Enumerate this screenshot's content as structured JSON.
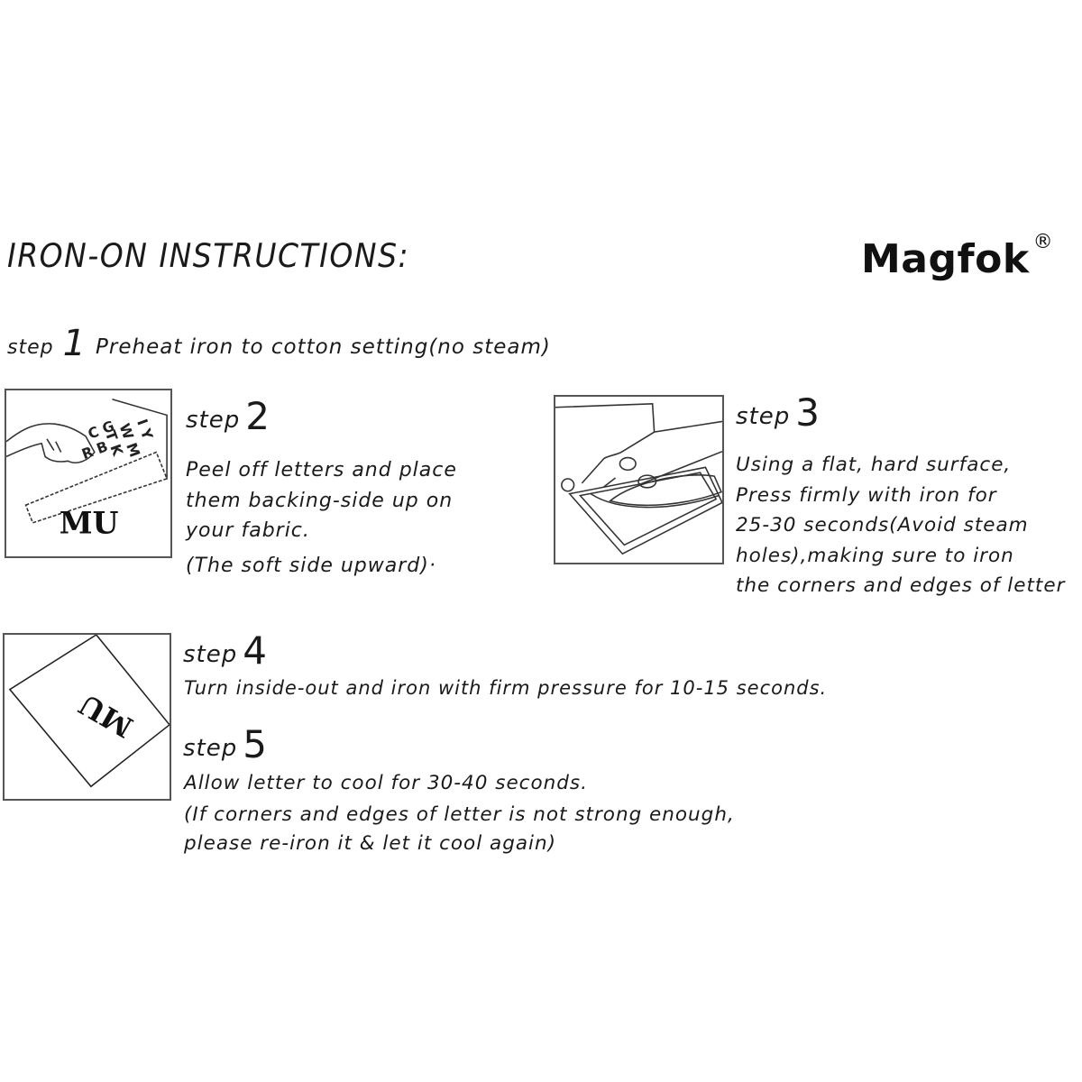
{
  "header": {
    "title": "IRON-ON INSTRUCTIONS:",
    "brand": "Magfok",
    "brand_mark": "®"
  },
  "steps": [
    {
      "word": "step",
      "number": "1",
      "lines": [
        "Preheat iron to cotton setting(no steam)"
      ]
    },
    {
      "word": "step",
      "number": "2",
      "illustration": "hand-peeling-letter-sheet-icon",
      "illustration_text": "MU",
      "lines": [
        "Peel off letters and place",
        "them backing-side up on",
        "your fabric.",
        "(The soft side upward)·"
      ]
    },
    {
      "word": "step",
      "number": "3",
      "illustration": "hand-pressing-iron-icon",
      "lines": [
        "Using a flat, hard surface,",
        "Press firmly with iron for",
        "25-30 seconds(Avoid steam",
        "holes),making sure to iron",
        "the corners and edges of letter"
      ]
    },
    {
      "word": "step",
      "number": "4",
      "illustration": "inside-out-fabric-icon",
      "illustration_text": "MU",
      "lines": [
        "Turn inside-out and iron with firm pressure for 10-15  seconds."
      ]
    },
    {
      "word": "step",
      "number": "5",
      "lines": [
        "Allow letter to cool for 30-40 seconds.",
        "(If corners and edges of letter is not strong enough,",
        "please re-iron it & let it cool again)"
      ]
    }
  ]
}
